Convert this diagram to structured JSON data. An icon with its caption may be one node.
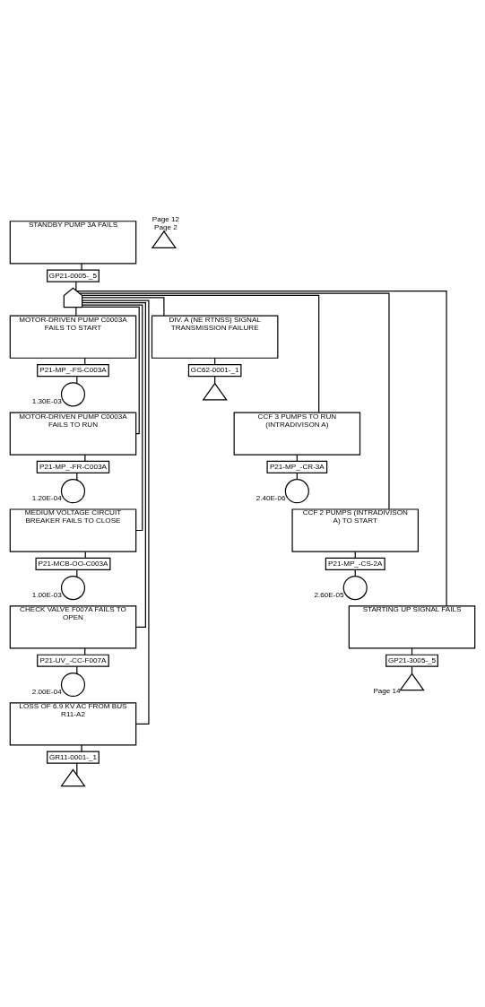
{
  "diagram": {
    "nodes": [
      {
        "text": [
          "STANDBY PUMP 3A FAILS"
        ]
      },
      {
        "text": [
          "GP21-0005-_5"
        ]
      },
      {
        "text": [],
        "shape": "gate"
      },
      {
        "text": [],
        "shape": "triangle",
        "beside": [
          "Page 12",
          "Page 2"
        ]
      },
      {
        "text": [
          "MOTOR-DRIVEN PUMP C0003A FAILS TO START"
        ]
      },
      {
        "text": [
          "P21-MP_-FS-C003A"
        ]
      },
      {
        "text": [],
        "shape": "circle",
        "beside": [
          "1.30E-03"
        ]
      },
      {
        "text": [
          "DIV. A (NE RTNSS) SIGNAL TRANSMISSION FAILURE"
        ]
      },
      {
        "text": [
          "GC62-0001-_1"
        ]
      },
      {
        "text": [],
        "shape": "triangle"
      },
      {
        "text": [
          "MOTOR-DRIVEN PUMP C0003A FAILS TO RUN"
        ]
      },
      {
        "text": [
          "P21-MP_-FR-C003A"
        ]
      },
      {
        "text": [],
        "shape": "circle",
        "beside": [
          "1.20E-04"
        ]
      },
      {
        "text": [
          "CCF 3 PUMPS TO RUN (INTRADIVISON A)"
        ]
      },
      {
        "text": [
          "P21-MP_-CR-3A"
        ]
      },
      {
        "text": [],
        "shape": "circle",
        "beside": [
          "2.40E-06"
        ]
      },
      {
        "text": [
          "MEDIUM VOLTAGE CIRCUIT BREAKER FAILS TO CLOSE"
        ]
      },
      {
        "text": [
          "P21-MCB-OO-C003A"
        ]
      },
      {
        "text": [],
        "shape": "circle",
        "beside": [
          "1.00E-03"
        ]
      },
      {
        "text": [
          "CCF 2 PUMPS (INTRADIVISON A) TO START"
        ]
      },
      {
        "text": [
          "P21-MP_-CS-2A"
        ]
      },
      {
        "text": [],
        "shape": "circle",
        "beside": [
          "2.60E-05"
        ]
      },
      {
        "text": [
          "CHECK VALVE F007A FAILS TO OPEN"
        ]
      },
      {
        "text": [
          "P21-UV_-CC-F007A"
        ]
      },
      {
        "text": [],
        "shape": "circle",
        "beside": [
          "2.00E-04"
        ]
      },
      {
        "text": [
          "STARTING UP SIGNAL FAILS"
        ]
      },
      {
        "text": [
          "GP21-3005-_5"
        ]
      },
      {
        "text": [],
        "shape": "triangle",
        "beside": [
          "Page 14"
        ]
      },
      {
        "text": [
          "LOSS OF 6.9 KV AC FROM BUS R11-A2"
        ]
      },
      {
        "text": [
          "GR11-0001-_1"
        ]
      },
      {
        "text": [],
        "shape": "triangle"
      }
    ],
    "edges": [
      {
        "from": 0,
        "to": 1,
        "arrow": "none"
      },
      {
        "from": 1,
        "to": 2,
        "arrow": "none"
      },
      {
        "from": 2,
        "to": 4,
        "arrow": "none"
      },
      {
        "from": 2,
        "to": 7,
        "arrow": "none"
      },
      {
        "from": 2,
        "to": 10,
        "arrow": "none"
      },
      {
        "from": 2,
        "to": 13,
        "arrow": "none"
      },
      {
        "from": 2,
        "to": 16,
        "arrow": "none"
      },
      {
        "from": 2,
        "to": 19,
        "arrow": "none"
      },
      {
        "from": 2,
        "to": 22,
        "arrow": "none"
      },
      {
        "from": 2,
        "to": 25,
        "arrow": "none"
      },
      {
        "from": 2,
        "to": 28,
        "arrow": "none"
      },
      {
        "from": 4,
        "to": 5,
        "arrow": "none"
      },
      {
        "from": 5,
        "to": 6,
        "arrow": "none"
      },
      {
        "from": 7,
        "to": 8,
        "arrow": "none"
      },
      {
        "from": 8,
        "to": 9,
        "arrow": "none"
      },
      {
        "from": 10,
        "to": 11,
        "arrow": "none"
      },
      {
        "from": 11,
        "to": 12,
        "arrow": "none"
      },
      {
        "from": 13,
        "to": 14,
        "arrow": "none"
      },
      {
        "from": 14,
        "to": 15,
        "arrow": "none"
      },
      {
        "from": 16,
        "to": 17,
        "arrow": "none"
      },
      {
        "from": 17,
        "to": 18,
        "arrow": "none"
      },
      {
        "from": 19,
        "to": 20,
        "arrow": "none"
      },
      {
        "from": 20,
        "to": 21,
        "arrow": "none"
      },
      {
        "from": 22,
        "to": 23,
        "arrow": "none"
      },
      {
        "from": 23,
        "to": 24,
        "arrow": "none"
      },
      {
        "from": 25,
        "to": 26,
        "arrow": "none"
      },
      {
        "from": 26,
        "to": 27,
        "arrow": "none"
      },
      {
        "from": 28,
        "to": 29,
        "arrow": "none"
      },
      {
        "from": 29,
        "to": 30,
        "arrow": "none"
      }
    ]
  }
}
